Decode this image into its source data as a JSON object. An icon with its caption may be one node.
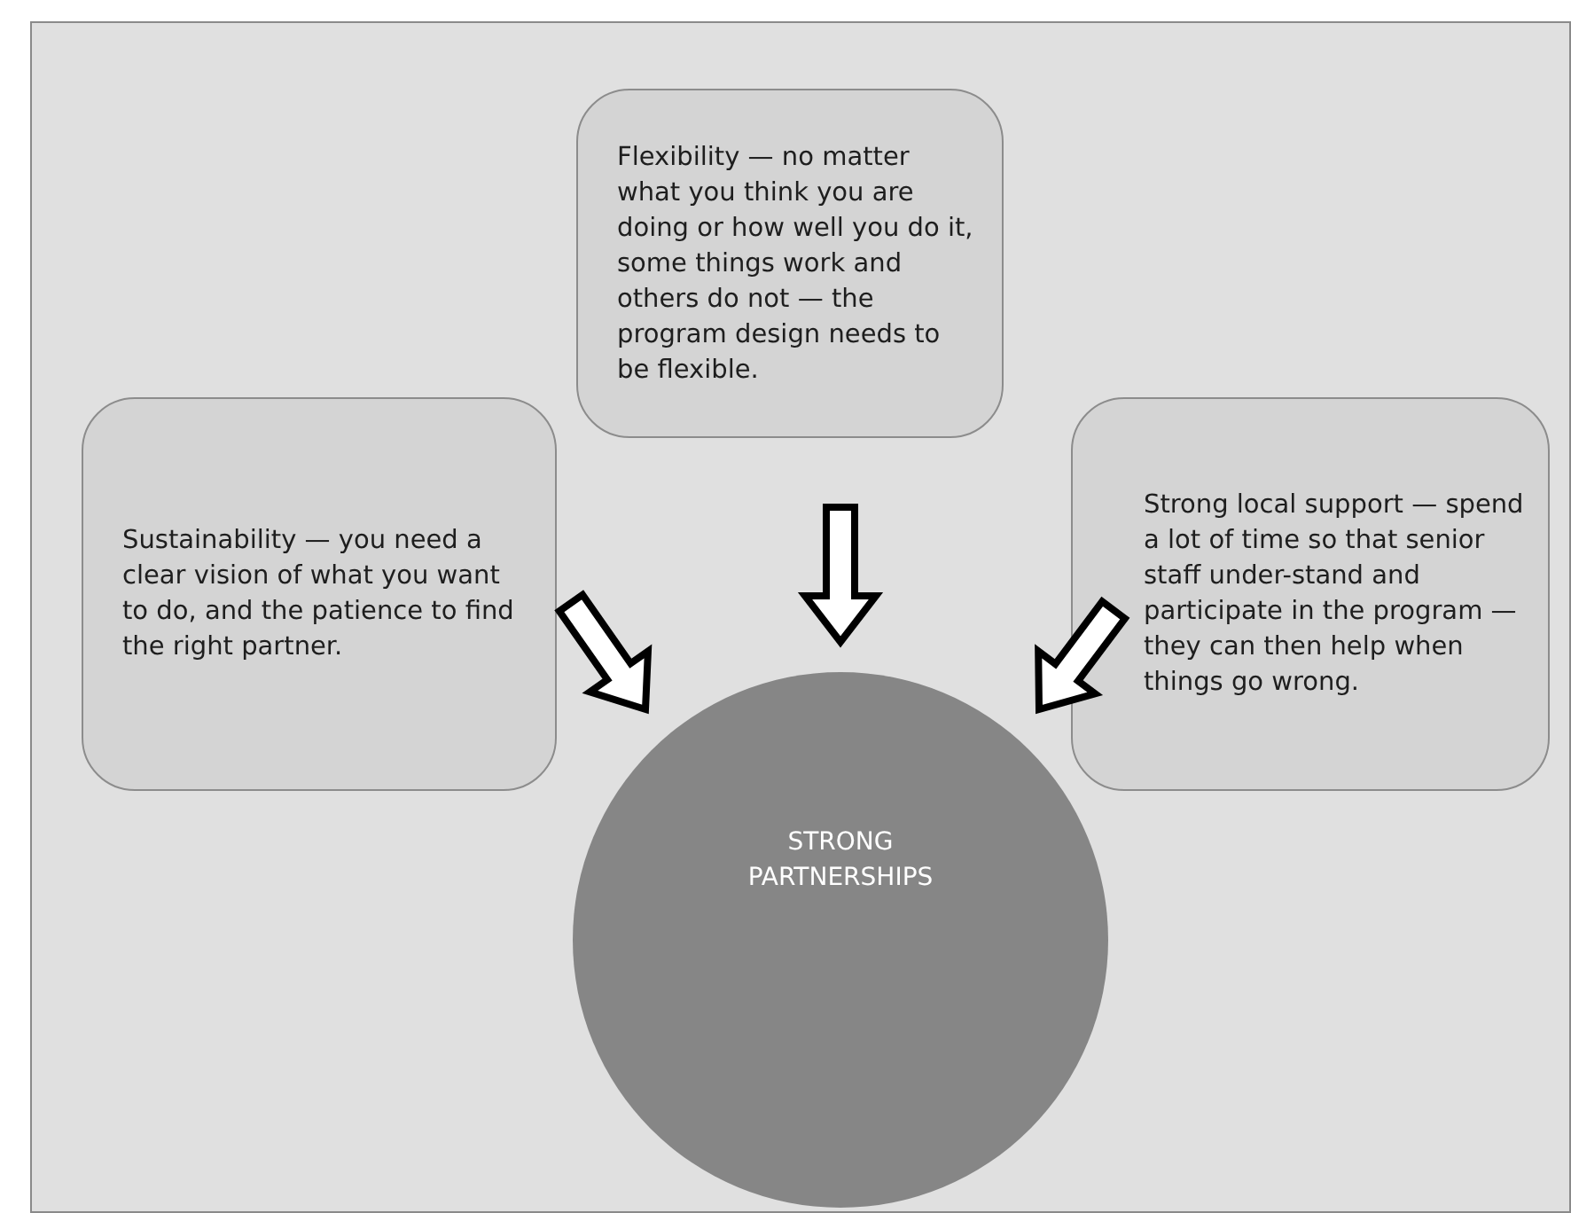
{
  "diagram": {
    "nodes": [
      {
        "text": [
          "Flexibility — no matter what you think you are doing or how well you do it, some things work and others do not — the program design needs to be flexible."
        ]
      },
      {
        "text": [
          "Sustainability — you need a clear vision of what you want to do, and the patience to find the right partner."
        ]
      },
      {
        "text": [
          "Strong local support — spend a lot of time so that senior staff under-stand and participate in the program — they can then help when things go wrong."
        ]
      },
      {
        "text": [
          "STRONG PARTNERSHIPS"
        ]
      }
    ],
    "edges": [
      {
        "from": 1,
        "to": 3,
        "arrow": "to"
      },
      {
        "from": 0,
        "to": 3,
        "arrow": "to"
      },
      {
        "from": 2,
        "to": 3,
        "arrow": "to"
      }
    ]
  }
}
